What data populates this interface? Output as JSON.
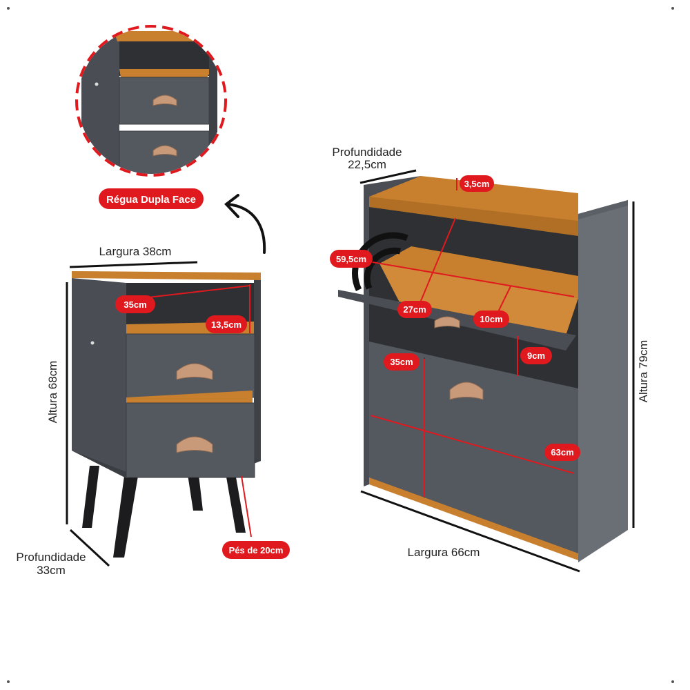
{
  "colors": {
    "body": "#4a4d53",
    "body_dark": "#3a3d42",
    "body_light": "#5b5f66",
    "interior": "#2e3034",
    "wood": "#c8802f",
    "wood_dark": "#a5651f",
    "handle": "#c99a7a",
    "leg": "#1c1c1e",
    "accent_red": "#e0191e",
    "dim_line": "#111111"
  },
  "callout": {
    "label": "Régua Dupla Face"
  },
  "nightstand": {
    "width_label": "Largura 38cm",
    "height_label": "Altura 68cm",
    "depth_label": "Profundidade",
    "depth_value": "33cm",
    "inner_width": "35cm",
    "inner_height": "13,5cm",
    "legs": "Pés de 20cm"
  },
  "shoe_rack": {
    "depth_label": "Profundidade",
    "depth_value": "22,5cm",
    "top_rail": "3,5cm",
    "flap_width": "59,5cm",
    "flap_depth": "27cm",
    "flap_lip": "10cm",
    "gap": "9cm",
    "door_height": "35cm",
    "door_width": "63cm",
    "height_label": "Altura 79cm",
    "width_label": "Largura 66cm"
  }
}
